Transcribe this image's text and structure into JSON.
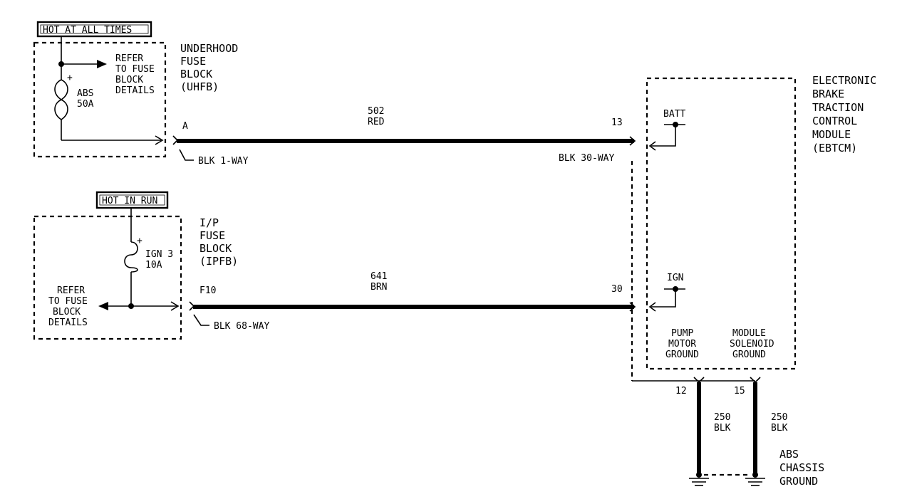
{
  "hot_labels": {
    "always": "HOT AT ALL TIMES",
    "run": "HOT IN RUN"
  },
  "uhfb": {
    "title": [
      "UNDERHOOD",
      "FUSE",
      "BLOCK",
      "(UHFB)"
    ],
    "refer": [
      "REFER",
      "TO FUSE",
      "BLOCK",
      "DETAILS"
    ],
    "fuse_name": "ABS",
    "fuse_rating": "50A",
    "fuse_polarity": "+",
    "terminal": "A",
    "connector": "BLK 1-WAY"
  },
  "ipfb": {
    "title": [
      "I/P",
      "FUSE",
      "BLOCK",
      "(IPFB)"
    ],
    "refer": [
      "REFER",
      "TO FUSE",
      "BLOCK",
      "DETAILS"
    ],
    "fuse_name": "IGN 3",
    "fuse_rating": "10A",
    "fuse_polarity": "+",
    "terminal": "F10",
    "connector": "BLK 68-WAY"
  },
  "wires": {
    "batt_feed": {
      "circuit": "502",
      "color": "RED"
    },
    "ign_feed": {
      "circuit": "641",
      "color": "BRN"
    },
    "ground_12": {
      "circuit": "250",
      "color": "BLK"
    },
    "ground_15": {
      "circuit": "250",
      "color": "BLK"
    }
  },
  "ebtcm": {
    "title": [
      "ELECTRONIC",
      "BRAKE",
      "TRACTION",
      "CONTROL",
      "MODULE",
      "(EBTCM)"
    ],
    "pin_13": "13",
    "pin_30": "30",
    "pin_12": "12",
    "pin_15": "15",
    "connector": "BLK 30-WAY",
    "batt_label": "BATT",
    "ign_label": "IGN",
    "pump_ground": [
      "PUMP",
      "MOTOR",
      "GROUND"
    ],
    "solenoid_ground": [
      "MODULE",
      "SOLENOID",
      "GROUND"
    ]
  },
  "chassis_ground": [
    "ABS",
    "CHASSIS",
    "GROUND"
  ]
}
